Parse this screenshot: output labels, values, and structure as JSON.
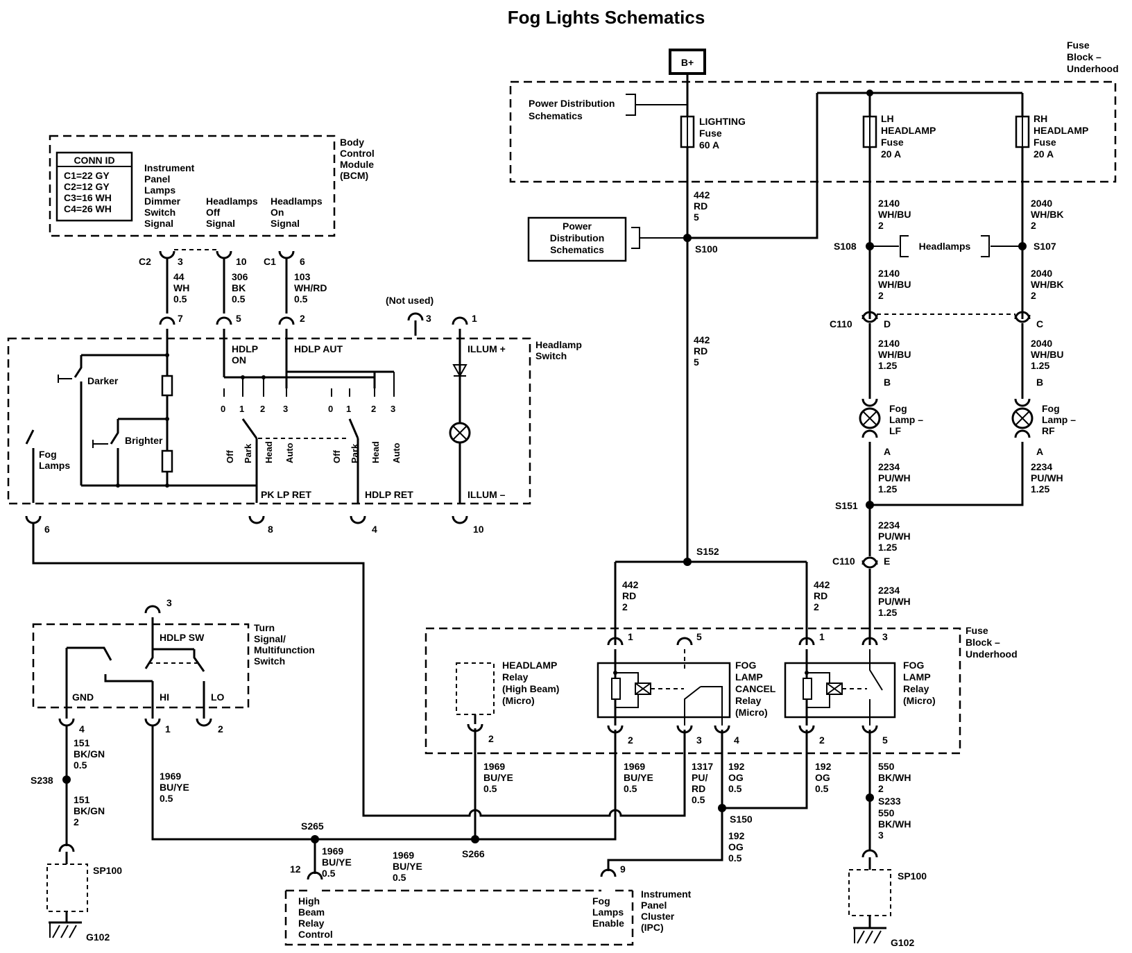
{
  "title": "Fog Lights Schematics",
  "labels": {
    "bplus": "B+",
    "fb_top_1": "Fuse",
    "fb_top_2": "Block –",
    "fb_top_3": "Underhood",
    "pds1_1": "Power Distribution",
    "pds1_2": "Schematics",
    "lighting_1": "LIGHTING",
    "lighting_2": "Fuse",
    "lighting_3": "60 A",
    "lh_1": "LH",
    "lh_2": "HEADLAMP",
    "lh_3": "Fuse",
    "lh_4": "20 A",
    "rh_1": "RH",
    "rh_2": "HEADLAMP",
    "rh_3": "Fuse",
    "rh_4": "20 A",
    "w442a_1": "442",
    "w442a_2": "RD",
    "w442a_3": "5",
    "pds2_1": "Power",
    "pds2_2": "Distribution",
    "pds2_3": "Schematics",
    "s100": "S100",
    "w2140a_1": "2140",
    "w2140a_2": "WH/BU",
    "w2140a_3": "2",
    "w2040a_1": "2040",
    "w2040a_2": "WH/BK",
    "w2040a_3": "2",
    "s108": "S108",
    "s107": "S107",
    "headlamps": "Headlamps",
    "w2140b_1": "2140",
    "w2140b_2": "WH/BU",
    "w2140b_3": "2",
    "w2040b_1": "2040",
    "w2040b_2": "WH/BK",
    "w2040b_3": "2",
    "c110a": "C110",
    "pinD": "D",
    "pinC": "C",
    "w442b_1": "442",
    "w442b_2": "RD",
    "w442b_3": "5",
    "w2140c_1": "2140",
    "w2140c_2": "WH/BU",
    "w2140c_3": "1.25",
    "w2040c_1": "2040",
    "w2040c_2": "WH/BU",
    "w2040c_3": "1.25",
    "pinB1": "B",
    "pinB2": "B",
    "foglf_1": "Fog",
    "foglf_2": "Lamp –",
    "foglf_3": "LF",
    "fogrf_1": "Fog",
    "fogrf_2": "Lamp –",
    "fogrf_3": "RF",
    "pinA1": "A",
    "pinA2": "A",
    "w2234a_1": "2234",
    "w2234a_2": "PU/WH",
    "w2234a_3": "1.25",
    "w2234b_1": "2234",
    "w2234b_2": "PU/WH",
    "w2234b_3": "1.25",
    "s151": "S151",
    "w2234c_1": "2234",
    "w2234c_2": "PU/WH",
    "w2234c_3": "1.25",
    "c110b": "C110",
    "pinE": "E",
    "w2234d_1": "2234",
    "w2234d_2": "PU/WH",
    "w2234d_3": "1.25",
    "s152": "S152",
    "w442c_1": "442",
    "w442c_2": "RD",
    "w442c_3": "2",
    "w442d_1": "442",
    "w442d_2": "RD",
    "w442d_3": "2",
    "conn_id": "CONN ID",
    "conn_c1": "C1=22 GY",
    "conn_c2": "C2=12 GY",
    "conn_c3": "C3=16 WH",
    "conn_c4": "C4=26 WH",
    "ipl_1": "Instrument",
    "ipl_2": "Panel",
    "ipl_3": "Lamps",
    "ipl_4": "Dimmer",
    "ipl_5": "Switch",
    "ipl_6": "Signal",
    "hoff_1": "Headlamps",
    "hoff_2": "Off",
    "hoff_3": "Signal",
    "hon_1": "Headlamps",
    "hon_2": "On",
    "hon_3": "Signal",
    "bcm_1": "Body",
    "bcm_2": "Control",
    "bcm_3": "Module",
    "bcm_4": "(BCM)",
    "c2": "C2",
    "c1": "C1",
    "pin3": "3",
    "pin10": "10",
    "pin6": "6",
    "w44_1": "44",
    "w44_2": "WH",
    "w44_3": "0.5",
    "w306_1": "306",
    "w306_2": "BK",
    "w306_3": "0.5",
    "w103_1": "103",
    "w103_2": "WH/RD",
    "w103_3": "0.5",
    "not_used": "(Not used)",
    "hs_pin7": "7",
    "hs_pin5": "5",
    "hs_pin2": "2",
    "hs_pin3": "3",
    "hs_pin1": "1",
    "hdlp_on_1": "HDLP",
    "hdlp_on_2": "ON",
    "hdlp_aut": "HDLP AUT",
    "illum_p": "ILLUM +",
    "hs_1": "Headlamp",
    "hs_2": "Switch",
    "darker": "Darker",
    "brighter": "Brighter",
    "fog_1": "Fog",
    "fog_2": "Lamps",
    "p0a": "0",
    "p1a": "1",
    "p2a": "2",
    "p3a": "3",
    "p0b": "0",
    "p1b": "1",
    "p2b": "2",
    "p3b": "3",
    "off_a": "Off",
    "park_a": "Park",
    "head_a": "Head",
    "auto_a": "Auto",
    "off_b": "Off",
    "park_b": "Park",
    "head_b": "Head",
    "auto_b": "Auto",
    "pklp": "PK LP RET",
    "hdlpret": "HDLP RET",
    "illum_m": "ILLUM –",
    "hs_pin6": "6",
    "hs_pin8": "8",
    "hs_pin4": "4",
    "hs_pin10": "10",
    "ts_pin3": "3",
    "hdlp_sw": "HDLP SW",
    "ts_1": "Turn",
    "ts_2": "Signal/",
    "ts_3": "Multifunction",
    "ts_4": "Switch",
    "gnd": "GND",
    "hi": "HI",
    "lo": "LO",
    "ts_pin4": "4",
    "ts_pin1": "1",
    "ts_pin2": "2",
    "w151a_1": "151",
    "w151a_2": "BK/GN",
    "w151a_3": "0.5",
    "s238": "S238",
    "w151b_1": "151",
    "w151b_2": "BK/GN",
    "w151b_3": "2",
    "sp100a": "SP100",
    "g102a": "G102",
    "w1969a_1": "1969",
    "w1969a_2": "BU/YE",
    "w1969a_3": "0.5",
    "s265": "S265",
    "s266": "S266",
    "w1969b_1": "1969",
    "w1969b_2": "BU/YE",
    "w1969b_3": "0.5",
    "w1969c_1": "1969",
    "w1969c_2": "BU/YE",
    "w1969c_3": "0.5",
    "ipc_pin12": "12",
    "hbr_1": "High",
    "hbr_2": "Beam",
    "hbr_3": "Relay",
    "hbr_4": "Control",
    "ipc_pin9": "9",
    "fle_1": "Fog",
    "fle_2": "Lamps",
    "fle_3": "Enable",
    "ipc_1": "Instrument",
    "ipc_2": "Panel",
    "ipc_3": "Cluster",
    "ipc_4": "(IPC)",
    "hr_1": "HEADLAMP",
    "hr_2": "Relay",
    "hr_3": "(High Beam)",
    "hr_4": "(Micro)",
    "fc_1": "FOG",
    "fc_2": "LAMP",
    "fc_3": "CANCEL",
    "fc_4": "Relay",
    "fc_5": "(Micro)",
    "fr_1": "FOG",
    "fr_2": "LAMP",
    "fr_3": "Relay",
    "fr_4": "(Micro)",
    "fb_bot_1": "Fuse",
    "fb_bot_2": "Block –",
    "fb_bot_3": "Underhood",
    "hr_pin2": "2",
    "fc_pin1": "1",
    "fc_pin5": "5",
    "fc_pin2": "2",
    "fc_pin3": "3",
    "fc_pin4": "4",
    "fr_pin1": "1",
    "fr_pin3": "3",
    "fr_pin2": "2",
    "fr_pin5": "5",
    "w1969d_1": "1969",
    "w1969d_2": "BU/YE",
    "w1969d_3": "0.5",
    "w1969e_1": "1969",
    "w1969e_2": "BU/YE",
    "w1969e_3": "0.5",
    "w1317_1": "1317",
    "w1317_2": "PU/",
    "w1317_3": "RD",
    "w1317_4": "0.5",
    "w192a_1": "192",
    "w192a_2": "OG",
    "w192a_3": "0.5",
    "w192b_1": "192",
    "w192b_2": "OG",
    "w192b_3": "0.5",
    "s150": "S150",
    "w192c_1": "192",
    "w192c_2": "OG",
    "w192c_3": "0.5",
    "w550a_1": "550",
    "w550a_2": "BK/WH",
    "w550a_3": "2",
    "s233": "S233",
    "w550b_1": "550",
    "w550b_2": "BK/WH",
    "w550b_3": "3",
    "sp100b": "SP100",
    "g102b": "G102"
  }
}
